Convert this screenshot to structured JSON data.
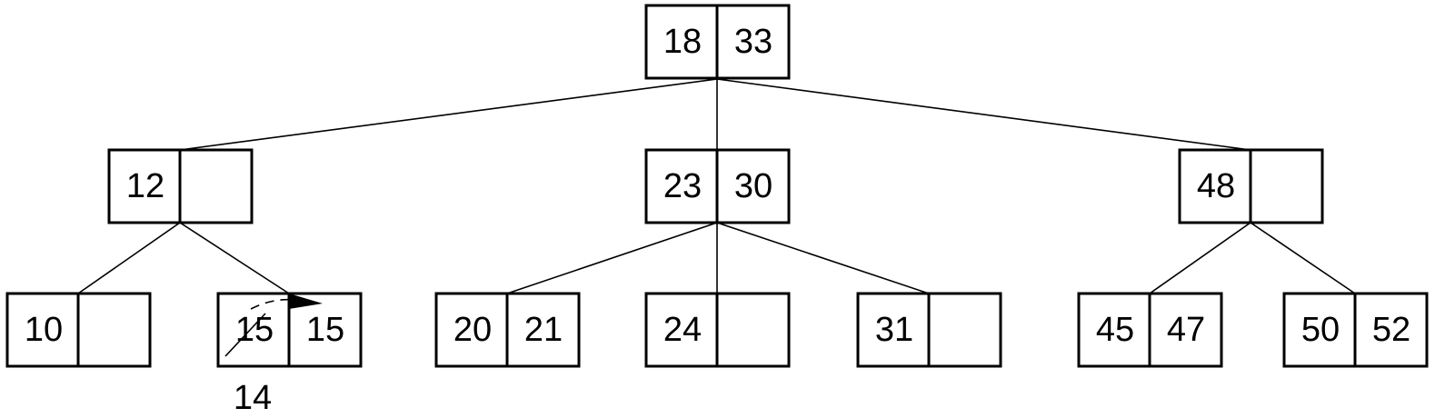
{
  "root": {
    "keys": [
      "18",
      "33"
    ]
  },
  "internal": [
    {
      "keys": [
        "12",
        ""
      ]
    },
    {
      "keys": [
        "23",
        "30"
      ]
    },
    {
      "keys": [
        "48",
        ""
      ]
    }
  ],
  "leaves": [
    {
      "keys": [
        "10",
        ""
      ]
    },
    {
      "keys": [
        "15",
        "15"
      ]
    },
    {
      "keys": [
        "20",
        "21"
      ]
    },
    {
      "keys": [
        "24",
        ""
      ]
    },
    {
      "keys": [
        "31",
        ""
      ]
    },
    {
      "keys": [
        "45",
        "47"
      ]
    },
    {
      "keys": [
        "50",
        "52"
      ]
    }
  ],
  "annotation": {
    "struck_key": "15",
    "replacement_key": "14"
  },
  "colors": {
    "ink": "#000000",
    "background": "#ffffff"
  }
}
